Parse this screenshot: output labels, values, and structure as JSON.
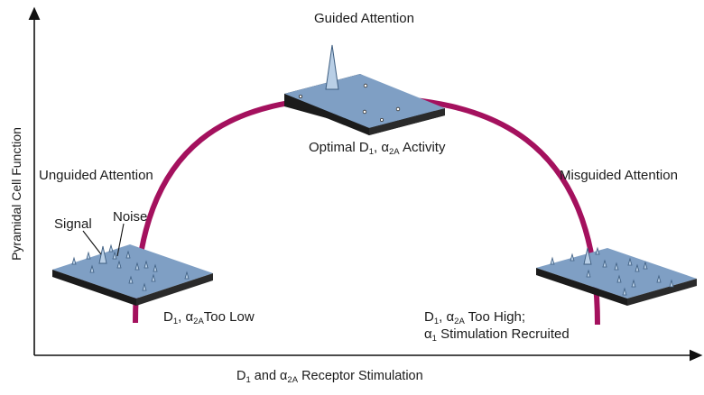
{
  "labels": {
    "guided_title": "Guided Attention",
    "unguided_title": "Unguided Attention",
    "misguided_title": "Misguided Attention",
    "signal": "Signal",
    "noise": "Noise"
  },
  "optimal_caption": {
    "pre": "Optimal D",
    "sub1": "1",
    "mid": ", α",
    "sub2": "2A",
    "post": " Activity"
  },
  "low_caption": {
    "pre": "D",
    "sub1": "1",
    "mid": ", α",
    "sub2": "2A",
    "post": "Too Low"
  },
  "high_caption": {
    "line1": {
      "pre": "D",
      "sub1": "1",
      "mid": ", α",
      "sub2": "2A",
      "post": "  Too High;"
    },
    "line2": {
      "pre": "α",
      "sub1": "1",
      "post": " Stimulation Recruited"
    }
  },
  "x_axis": {
    "pre": "D",
    "sub1": "1",
    "mid": " and α",
    "sub2": "2A",
    "post": " Receptor Stimulation"
  },
  "y_axis_label": "Pyramidal Cell Function",
  "colors": {
    "arc": "#a4115e",
    "plate_top": "#7f9fc4",
    "plate_side": "#1b1b1b",
    "axis": "#111111"
  }
}
